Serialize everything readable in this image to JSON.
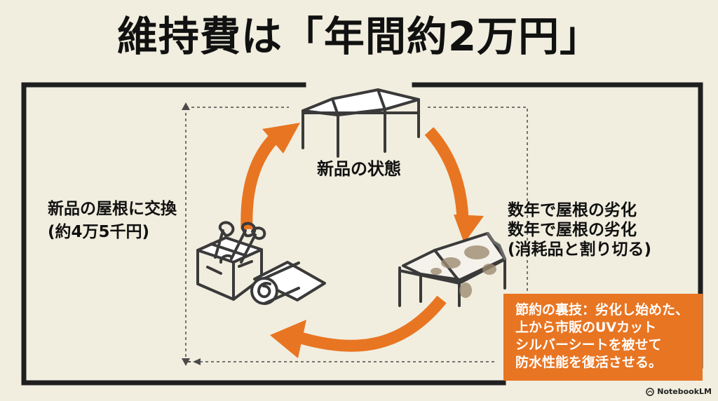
{
  "title": "維持費は「年間約2万円」",
  "cycle": {
    "top_label": "新品の状態",
    "right_label_lines": [
      "数年で屋根の劣化",
      "数年で屋根の劣化",
      "(消耗品と割り切る)"
    ],
    "left_label_lines": [
      "新品の屋根に交換",
      "(約4万5千円)"
    ]
  },
  "tip": {
    "text": "節約の裏技：劣化し始めた、\n上から市販のUVカット\nシルバーシートを被せて\n防水性能を復活させる。"
  },
  "brand": {
    "label": "NotebookLM",
    "icon": "notebooklm-logo-icon"
  },
  "colors": {
    "background": "#f1eedf",
    "ink": "#111111",
    "accent": "#e87522",
    "line": "#2f2f2f"
  }
}
